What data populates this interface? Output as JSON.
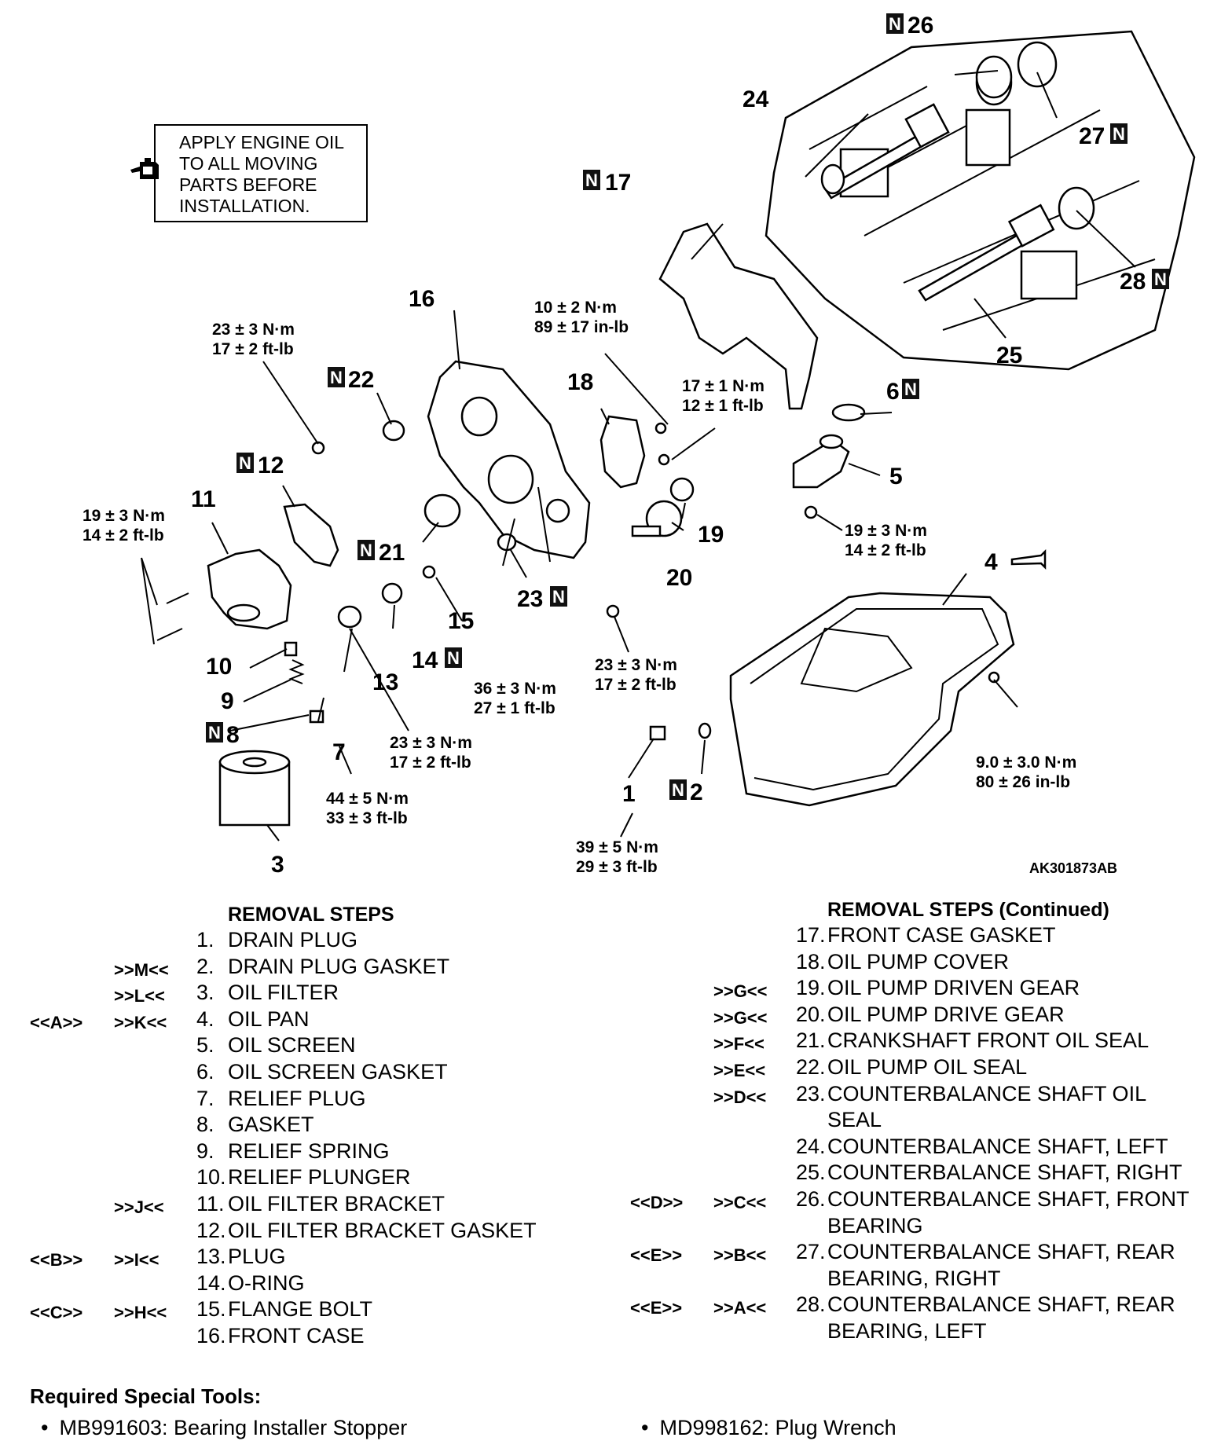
{
  "note": {
    "line1": "APPLY ENGINE OIL",
    "line2": "TO ALL MOVING",
    "line3": "PARTS BEFORE",
    "line4": "INSTALLATION.",
    "icon": "oil-can-icon"
  },
  "figure_id": "AK301873AB",
  "callouts": {
    "c1": "1",
    "c2": "2",
    "c3": "3",
    "c4": "4",
    "c5": "5",
    "c6": "6",
    "c7": "7",
    "c8": "8",
    "c9": "9",
    "c10": "10",
    "c11": "11",
    "c12": "12",
    "c13": "13",
    "c14": "14",
    "c15": "15",
    "c16": "16",
    "c17": "17",
    "c18": "18",
    "c19": "19",
    "c20": "20",
    "c21": "21",
    "c22": "22",
    "c23": "23",
    "c24": "24",
    "c25": "25",
    "c26": "26",
    "c27": "27",
    "c28": "28",
    "n": "N"
  },
  "torques": {
    "t_left_top_1": "23 ± 3 N·m",
    "t_left_top_2": "17 ± 2 ft-lb",
    "t_bracket_1": "19 ± 3 N·m",
    "t_bracket_2": "14 ± 2 ft-lb",
    "t_pump_1": "10 ± 2 N·m",
    "t_pump_2": "89 ± 17 in-lb",
    "t_cover_1": "17 ± 1 N·m",
    "t_cover_2": "12 ± 1 ft-lb",
    "t_screen_1": "19 ± 3 N·m",
    "t_screen_2": "14 ± 2 ft-lb",
    "t_flange_1": "36 ± 3 N·m",
    "t_flange_2": "27 ± 1 ft-lb",
    "t_case_1": "23 ± 3 N·m",
    "t_case_2": "17 ± 2 ft-lb",
    "t_plug_1": "23 ± 3 N·m",
    "t_plug_2": "17 ± 2 ft-lb",
    "t_relief_1": "44 ± 5 N·m",
    "t_relief_2": "33 ± 3 ft-lb",
    "t_drain_1": "39 ± 5 N·m",
    "t_drain_2": "29 ± 3 ft-lb",
    "t_pan_1": "9.0 ± 3.0 N·m",
    "t_pan_2": "80 ± 26 in-lb"
  },
  "removal_left": {
    "heading": "REMOVAL STEPS",
    "steps": [
      {
        "c1": "",
        "c2": "",
        "num": "1.",
        "label": "DRAIN PLUG"
      },
      {
        "c1": "",
        "c2": ">>M<<",
        "num": "2.",
        "label": "DRAIN PLUG GASKET"
      },
      {
        "c1": "",
        "c2": ">>L<<",
        "num": "3.",
        "label": "OIL FILTER"
      },
      {
        "c1": "<<A>>",
        "c2": ">>K<<",
        "num": "4.",
        "label": "OIL PAN"
      },
      {
        "c1": "",
        "c2": "",
        "num": "5.",
        "label": "OIL SCREEN"
      },
      {
        "c1": "",
        "c2": "",
        "num": "6.",
        "label": "OIL SCREEN GASKET"
      },
      {
        "c1": "",
        "c2": "",
        "num": "7.",
        "label": "RELIEF PLUG"
      },
      {
        "c1": "",
        "c2": "",
        "num": "8.",
        "label": "GASKET"
      },
      {
        "c1": "",
        "c2": "",
        "num": "9.",
        "label": "RELIEF SPRING"
      },
      {
        "c1": "",
        "c2": "",
        "num": "10.",
        "label": "RELIEF PLUNGER"
      },
      {
        "c1": "",
        "c2": ">>J<<",
        "num": "11.",
        "label": "OIL FILTER BRACKET"
      },
      {
        "c1": "",
        "c2": "",
        "num": "12.",
        "label": "OIL FILTER BRACKET GASKET"
      },
      {
        "c1": "<<B>>",
        "c2": ">>I<<",
        "num": "13.",
        "label": "PLUG"
      },
      {
        "c1": "",
        "c2": "",
        "num": "14.",
        "label": "O-RING"
      },
      {
        "c1": "<<C>>",
        "c2": ">>H<<",
        "num": "15.",
        "label": "FLANGE BOLT"
      },
      {
        "c1": "",
        "c2": "",
        "num": "16.",
        "label": "FRONT CASE"
      }
    ]
  },
  "removal_right": {
    "heading": "REMOVAL STEPS (Continued)",
    "steps": [
      {
        "c1": "",
        "c2": "",
        "num": "17.",
        "label": "FRONT CASE GASKET"
      },
      {
        "c1": "",
        "c2": "",
        "num": "18.",
        "label": "OIL PUMP COVER"
      },
      {
        "c1": "",
        "c2": ">>G<<",
        "num": "19.",
        "label": "OIL PUMP DRIVEN GEAR"
      },
      {
        "c1": "",
        "c2": ">>G<<",
        "num": "20.",
        "label": "OIL PUMP DRIVE GEAR"
      },
      {
        "c1": "",
        "c2": ">>F<<",
        "num": "21.",
        "label": "CRANKSHAFT FRONT OIL SEAL"
      },
      {
        "c1": "",
        "c2": ">>E<<",
        "num": "22.",
        "label": "OIL PUMP OIL SEAL"
      },
      {
        "c1": "",
        "c2": ">>D<<",
        "num": "23.",
        "label": "COUNTERBALANCE SHAFT OIL"
      },
      {
        "c1": "",
        "c2": "",
        "num": "",
        "label": "SEAL"
      },
      {
        "c1": "",
        "c2": "",
        "num": "24.",
        "label": "COUNTERBALANCE SHAFT, LEFT"
      },
      {
        "c1": "",
        "c2": "",
        "num": "25.",
        "label": "COUNTERBALANCE SHAFT, RIGHT"
      },
      {
        "c1": "<<D>>",
        "c2": ">>C<<",
        "num": "26.",
        "label": "COUNTERBALANCE SHAFT, FRONT"
      },
      {
        "c1": "",
        "c2": "",
        "num": "",
        "label": "BEARING"
      },
      {
        "c1": "<<E>>",
        "c2": ">>B<<",
        "num": "27.",
        "label": "COUNTERBALANCE SHAFT, REAR"
      },
      {
        "c1": "",
        "c2": "",
        "num": "",
        "label": "BEARING, RIGHT"
      },
      {
        "c1": "<<E>>",
        "c2": ">>A<<",
        "num": "28.",
        "label": "COUNTERBALANCE SHAFT, REAR"
      },
      {
        "c1": "",
        "c2": "",
        "num": "",
        "label": "BEARING, LEFT"
      }
    ]
  },
  "tools": {
    "heading": "Required Special Tools:",
    "bullet": "•",
    "tool1": "MB991603: Bearing Installer Stopper",
    "tool2": "MD998162: Plug Wrench"
  }
}
